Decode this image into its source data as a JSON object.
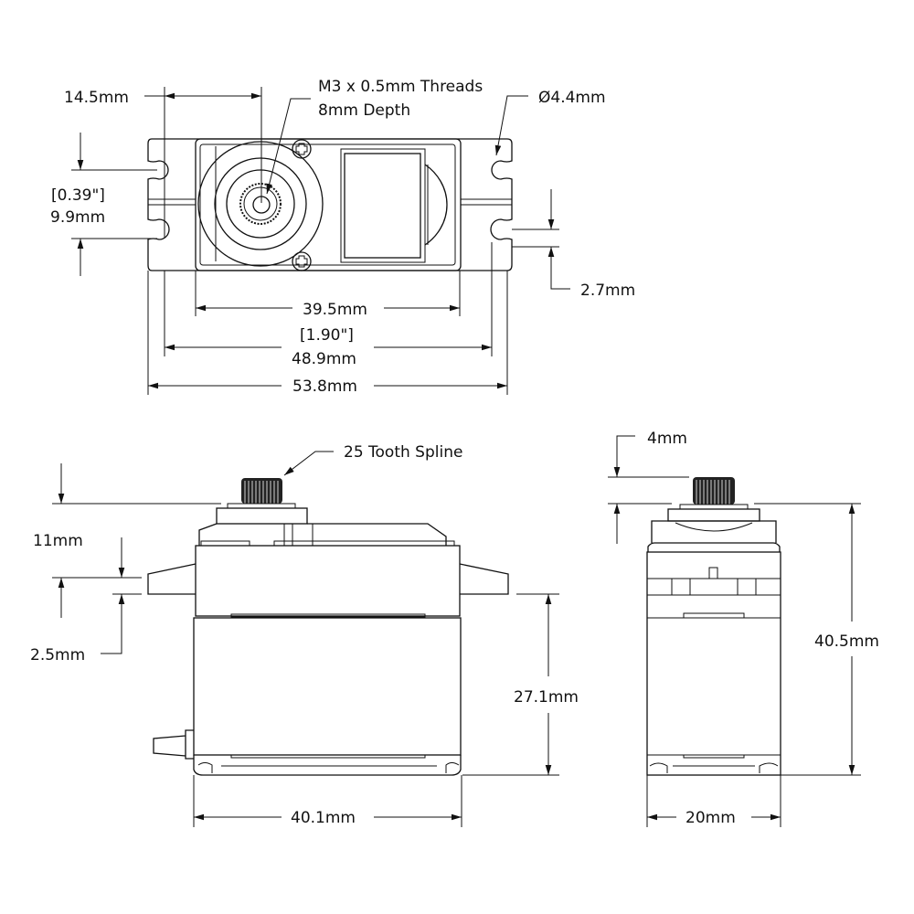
{
  "drawing": {
    "subject": "Servo motor dimensional drawing",
    "line_color": "#111111",
    "background": "#ffffff",
    "views": {
      "top": {
        "dimensions": {
          "horn_offset": "14.5mm",
          "thread_note_line1": "M3 x 0.5mm Threads",
          "thread_note_line2": "8mm Depth",
          "hole_diameter": "Ø4.4mm",
          "hole_spacing_in": "[0.39\"]",
          "hole_spacing_mm": "9.9mm",
          "slot_width": "2.7mm",
          "body_width": "39.5mm",
          "hole_center_spacing_in": "[1.90\"]",
          "hole_center_spacing_mm": "48.9mm",
          "overall_length": "53.8mm"
        }
      },
      "front": {
        "dimensions": {
          "spline_note": "25 Tooth Spline",
          "top_to_flange": "11mm",
          "flange_thickness": "2.5mm",
          "flange_to_bottom": "27.1mm",
          "body_length": "40.1mm"
        }
      },
      "side": {
        "dimensions": {
          "spline_height": "4mm",
          "total_height": "40.5mm",
          "body_depth": "20mm"
        }
      }
    }
  }
}
